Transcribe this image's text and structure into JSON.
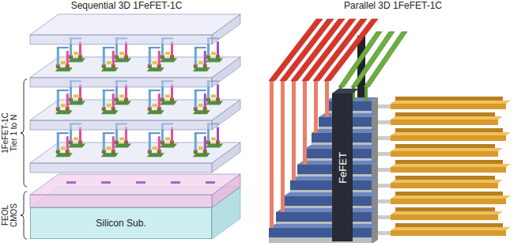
{
  "diagram": {
    "nodes": [
      {
        "text": [
          "Silicon Sub."
        ]
      },
      {
        "text": [
          "FeFET"
        ]
      }
    ],
    "labels": [
      "Sequential 3D 1FeFET-1C",
      "Parallel 3D 1FeFET-1C",
      "1FeFET-1C Tier 1 to N",
      "FEOL CMOS"
    ]
  }
}
